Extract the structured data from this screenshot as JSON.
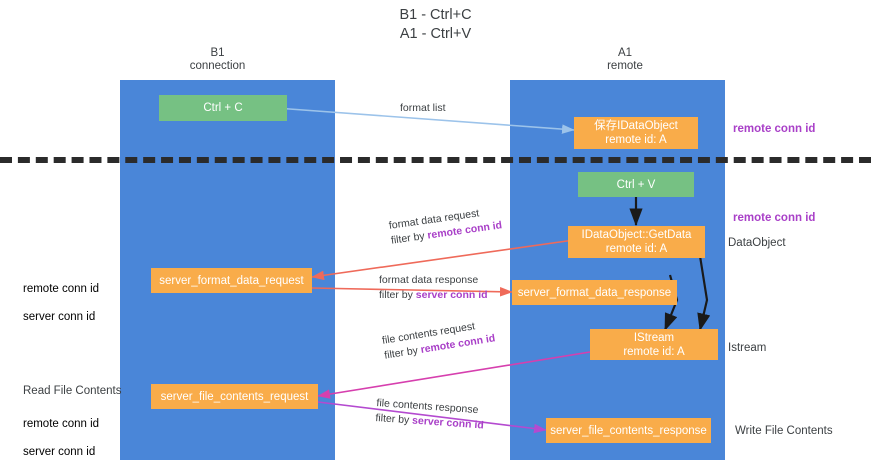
{
  "title": "B1 - Ctrl+C\nA1 - Ctrl+V",
  "columns": [
    {
      "name": "b1",
      "label": "B1\nconnection"
    },
    {
      "name": "a1",
      "label": "A1\nremote"
    }
  ],
  "nodes": {
    "ctrl_c": {
      "label": "Ctrl + C",
      "color": "#76c183"
    },
    "save_idataobject": {
      "label": "保存IDataObject\nremote id: A",
      "color": "#f9ac4a"
    },
    "ctrl_v": {
      "label": "Ctrl + V",
      "color": "#76c183"
    },
    "getdata": {
      "label": "IDataObject::GetData\nremote id: A",
      "color": "#f9ac4a"
    },
    "server_format_data_request": {
      "label": "server_format_data_request",
      "color": "#f9ac4a"
    },
    "server_format_data_response": {
      "label": "server_format_data_response",
      "color": "#f9ac4a"
    },
    "istream": {
      "label": "IStream\nremote id: A",
      "color": "#f9ac4a"
    },
    "server_file_contents_request": {
      "label": "server_file_contents_request",
      "color": "#f9ac4a"
    },
    "server_file_contents_response": {
      "label": "server_file_contents_response",
      "color": "#f9ac4a"
    }
  },
  "edge_labels": {
    "format_list": "format list",
    "format_data_request_top": "format data request",
    "format_data_request_filter_prefix": "filter by ",
    "format_data_request_filter_key": "remote conn id",
    "format_data_response_top": "format data response",
    "format_data_response_filter_prefix": "filter by ",
    "format_data_response_filter_key": "server conn id",
    "file_contents_request_top": "file contents request",
    "file_contents_request_filter_prefix": "filter by ",
    "file_contents_request_filter_key": "remote conn id",
    "file_contents_response_top": "file contents response",
    "file_contents_response_filter_prefix": "filter by ",
    "file_contents_response_filter_key": "server conn id"
  },
  "annotations": {
    "right_remote_conn_id_top": "remote conn id",
    "right_remote_conn_id_mid": "remote conn id",
    "right_dataobject": "DataObject",
    "right_istream": "Istream",
    "right_write_file_contents": "Write File Contents",
    "left_ids_mid_1": "remote conn id",
    "left_ids_mid_2": "server conn id",
    "left_read_file_contents": "Read File Contents",
    "left_ids_bottom_1": "remote conn id",
    "left_ids_bottom_2": "server conn id"
  },
  "colors": {
    "lane": "#4a86d8",
    "green_node": "#76c183",
    "orange_node": "#f9ac4a",
    "divider": "#2b2b2b",
    "edge_blue": "#9cc3ea",
    "edge_black": "#1a1a1a",
    "edge_red": "#ef6a5a",
    "edge_pink": "#d63fae",
    "edge_purple": "#b44ad0",
    "text_purple": "#a940c8",
    "text_green": "#5fb36d",
    "text_default": "#3c4043"
  }
}
